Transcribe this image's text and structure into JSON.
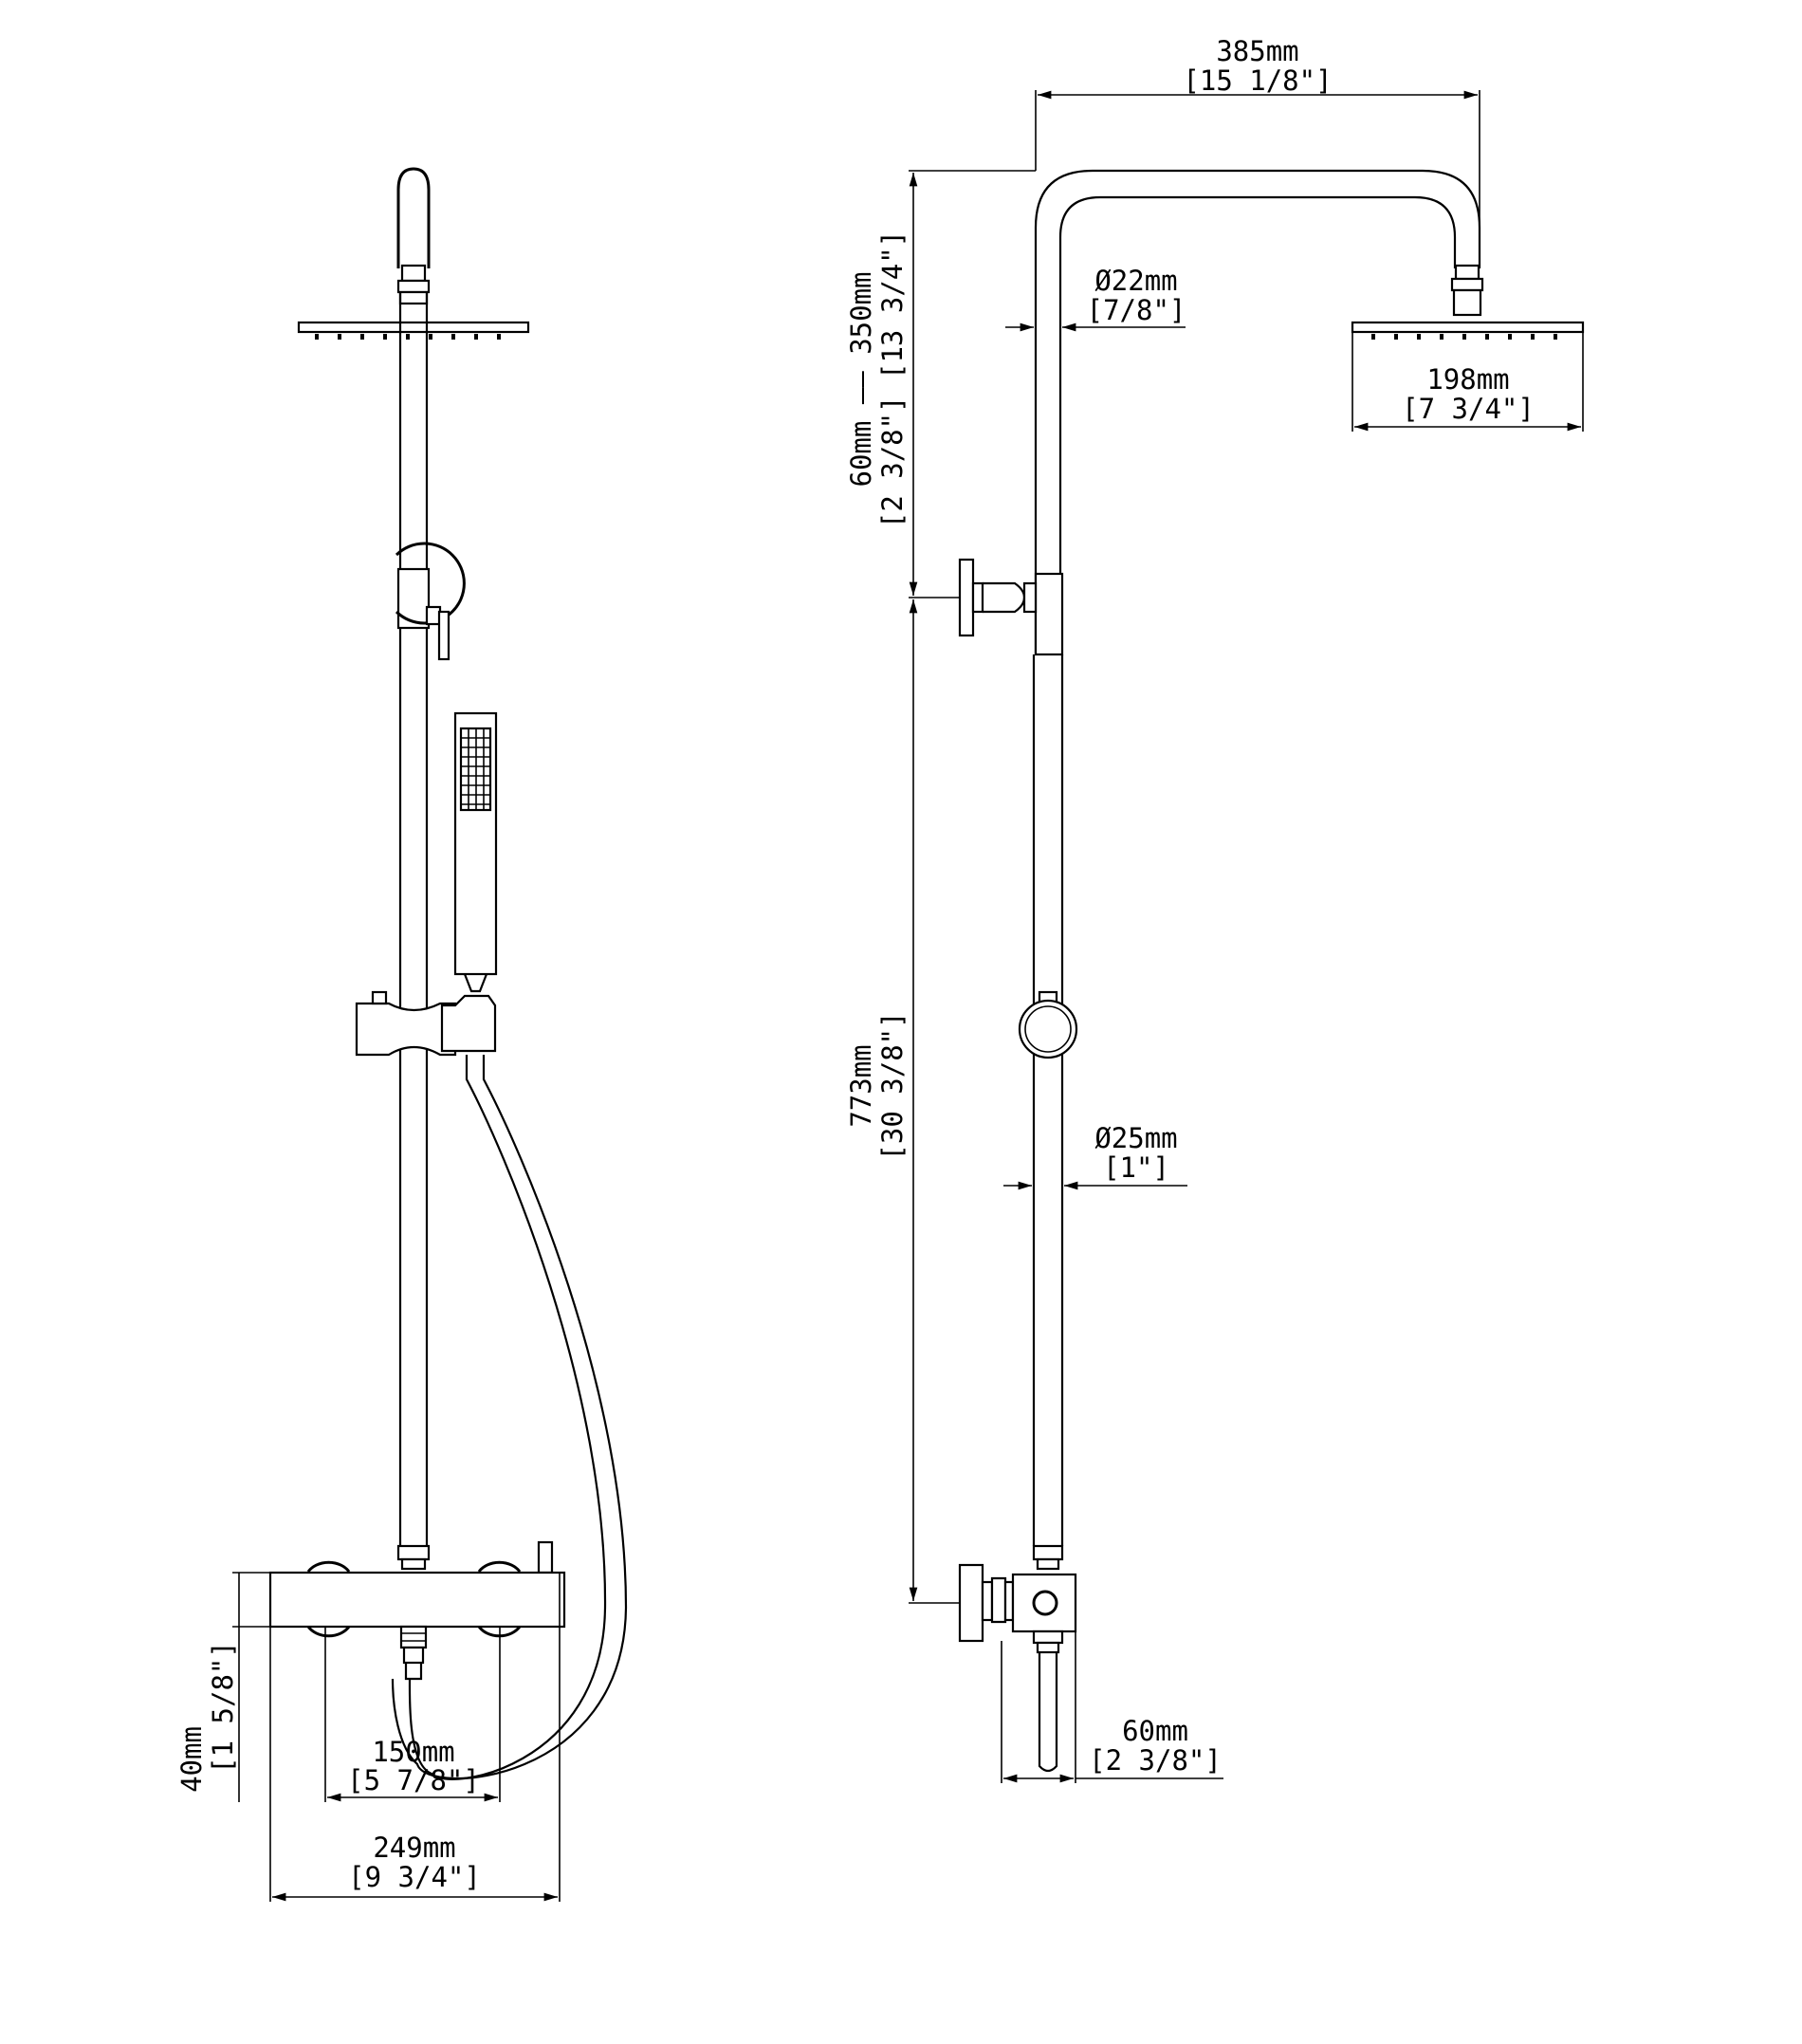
{
  "front_view": {
    "valve_height": {
      "value": "40mm",
      "imperial": "[1 5/8\"]"
    },
    "inlet_spacing": {
      "value": "150mm",
      "imperial": "[5 7/8\"]"
    },
    "valve_width": {
      "value": "249mm",
      "imperial": "[9 3/4\"]"
    }
  },
  "side_view": {
    "arm_reach": {
      "value": "385mm",
      "imperial": "[15 1/8\"]"
    },
    "riser_upper_adjust": {
      "value": "60mm —— 350mm",
      "imperial": "[2 3/8\"] [13 3/4\"]"
    },
    "upper_pipe_diameter": {
      "value": "Ø22mm",
      "imperial": "[7/8\"]"
    },
    "head_diameter": {
      "value": "198mm",
      "imperial": "[7 3/4\"]"
    },
    "riser_lower_length": {
      "value": "773mm",
      "imperial": "[30 3/8\"]"
    },
    "lower_pipe_diameter": {
      "value": "Ø25mm",
      "imperial": "[1\"]"
    },
    "wall_projection": {
      "value": "60mm",
      "imperial": "[2 3/8\"]"
    }
  }
}
